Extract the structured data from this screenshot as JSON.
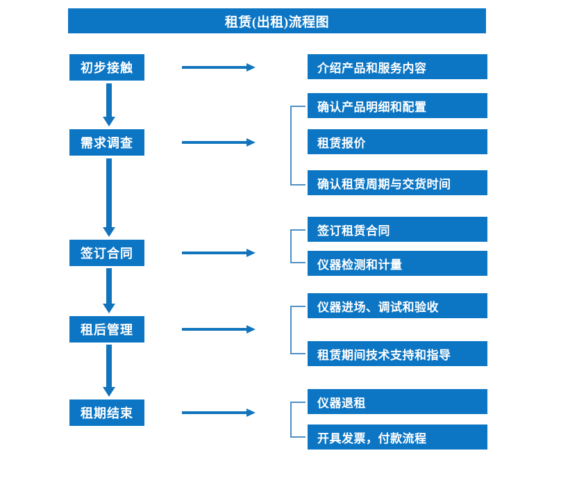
{
  "title": "租赁(出租)流程图",
  "colors": {
    "box_blue": "#0D76C4",
    "arrow_blue": "#1274BC",
    "bracket_blue": "#4F8FC4",
    "text_white": "#FFFFFF",
    "background": "#FFFFFF"
  },
  "chart_data": {
    "type": "diagram",
    "title": "租赁(出租)流程图",
    "stages": [
      {
        "label": "初步接触",
        "details": [
          "介绍产品和服务内容"
        ]
      },
      {
        "label": "需求调查",
        "details": [
          "确认产品明细和配置",
          "租赁报价",
          "确认租赁周期与交货时间"
        ]
      },
      {
        "label": "签订合同",
        "details": [
          "签订租赁合同",
          "仪器检测和计量"
        ]
      },
      {
        "label": "租后管理",
        "details": [
          "仪器进场、调试和验收",
          "租赁期间技术支持和指导"
        ]
      },
      {
        "label": "租期结束",
        "details": [
          "仪器退租",
          "开具发票，付款流程"
        ]
      }
    ]
  },
  "stages": [
    {
      "label": "初步接触"
    },
    {
      "label": "需求调查"
    },
    {
      "label": "签订合同"
    },
    {
      "label": "租后管理"
    },
    {
      "label": "租期结束"
    }
  ],
  "details": [
    {
      "label": "介绍产品和服务内容"
    },
    {
      "label": "确认产品明细和配置"
    },
    {
      "label": "租赁报价"
    },
    {
      "label": "确认租赁周期与交货时间"
    },
    {
      "label": "签订租赁合同"
    },
    {
      "label": "仪器检测和计量"
    },
    {
      "label": "仪器进场、调试和验收"
    },
    {
      "label": "租赁期间技术支持和指导"
    },
    {
      "label": "仪器退租"
    },
    {
      "label": "开具发票，付款流程"
    }
  ]
}
